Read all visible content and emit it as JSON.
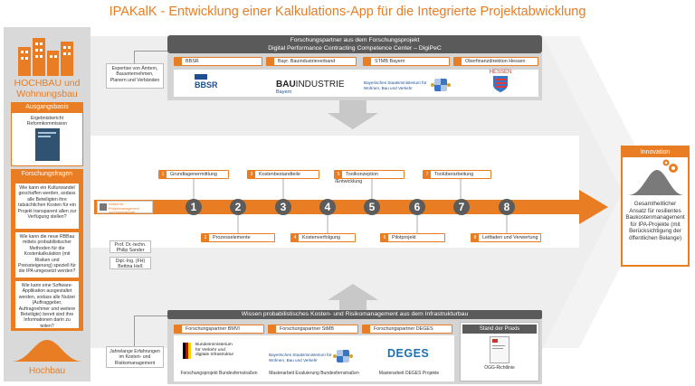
{
  "title": "IPAKalK - Entwicklung einer Kalkulations-App für die Integrierte Projektabwicklung",
  "left": {
    "heading_line1": "HOCHBAU und",
    "heading_line2": "Wohnungsbau",
    "ausgangsbasis_label": "Ausgangsbasis",
    "report_caption_line1": "Ergebnisbericht",
    "report_caption_line2": "Reformkommission",
    "forschungsfragen_label": "Forschungsfragen",
    "questions": [
      "Wie kann ein Kulturwandel geschaffen werden, sodass alle Beteiligten ihre tatsächlichen Kosten für ein Projekt transparent allen zur Verfügung stellen?",
      "Wie kann die neue RBBau mittels probabilistischer Methoden für die Kostenkalkulation (mit Risiken und Preissteigerung) speziell für die IPA umgesetzt werden?",
      "Wie kann eine Software-Applikation ausgestaltet werden, sodass alle Nutzer (Auftraggeber, Auftragnehmer und weitere Beteiligte) bereit sind ihre Informationen darin zu teilen?"
    ],
    "footer": "Hochbau"
  },
  "top": {
    "title_line1": "Forschungspartner aus dem Forschungsprojekt",
    "title_line2": "Digital Performance Contracting Competence Center – DigiPeC",
    "partner_tags": [
      "BBSR",
      "Bayr. Bauindustrieverband",
      "STMB Bayern",
      "Oberfinanzdirektion Hessen"
    ],
    "logo_bbsr": "BBSR",
    "logo_bau_a": "BAU",
    "logo_bau_b": "INDUSTRIE",
    "logo_bau_c": "Bayern",
    "logo_stmb_line1": "Bayerisches Staatsministerium für",
    "logo_stmb_line2": "Wohnen, Bau und Verkehr",
    "logo_hessen": "HESSEN",
    "expertise_note": "Expertise von Ämtern, Bauunternehmen, Planern und Verbänden"
  },
  "process": {
    "top_steps": [
      {
        "n": "1",
        "label": "Grundlagenermittlung"
      },
      {
        "n": "3",
        "label": "Kostenbestandteile"
      },
      {
        "n": "5",
        "label": "Toolkonzeption /Entwicklung"
      },
      {
        "n": "7",
        "label": "Toolüberarbeitung"
      }
    ],
    "bottom_steps": [
      {
        "n": "2",
        "label": "Prozesselemente"
      },
      {
        "n": "4",
        "label": "Kostenverfolgung"
      },
      {
        "n": "6",
        "label": "Pilotprojekt"
      },
      {
        "n": "8",
        "label": "Leitfaden und Verwertung"
      }
    ],
    "circles": [
      "1",
      "2",
      "3",
      "4",
      "5",
      "6",
      "7",
      "8"
    ],
    "institute_line1": "Institut für Projektmanagement",
    "institute_line2": "und Baiwirtschaft",
    "person1_line1": "Prof. Dr.-techn.",
    "person1_line2": "Philip Sander",
    "person2_line1": "Dipl.-Ing. (FH)",
    "person2_line2": "Bettina Heß"
  },
  "innovation": {
    "label": "Innovation",
    "text": "Gesamtheitlicher Ansatz für resilientes Baukostenmanagement für IPA-Projekte (mit Berücksichtigung der öffentlichen Belange)"
  },
  "bottom": {
    "title": "Wissen probabilistisches Kosten- und Risikomanagement aus dem Infrastrukturbau",
    "experience_note": "Jahrelange Erfahrungen im Kosten- und Risikomanagement",
    "partner_tags": [
      "Forschungspartner BMVI",
      "Forschungspartner StMB",
      "Forschungspartner DEGES"
    ],
    "praxis_tag": "Stand der Praxis",
    "logo_bmvi_line1": "Bundesministerium",
    "logo_bmvi_line2": "für Verkehr und",
    "logo_bmvi_line3": "digitale Infrastruktur",
    "logo_stmb_line1": "Bayerisches Staatsministerium für",
    "logo_stmb_line2": "Wohnen, Bau und Verkehr",
    "logo_deges": "DEGES",
    "captions": [
      "Forschungsprojekt Bundesfernstraßen",
      "Masterarbeit Evaluierung Bundesfernstraßen",
      "Masterarbeit DEGES Projekte",
      "ÖGG-Richtlinie"
    ]
  },
  "colors": {
    "accent": "#e97d24",
    "dark": "#5a5a5a",
    "panel": "#d9d9d9"
  }
}
